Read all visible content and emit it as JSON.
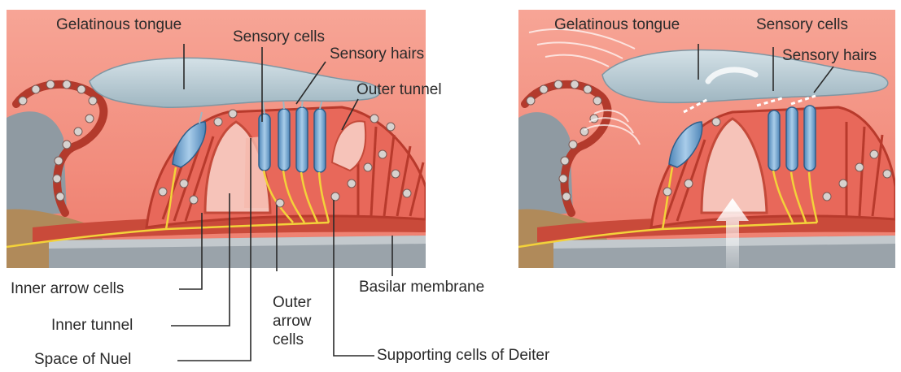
{
  "left_panel": {
    "labels": {
      "gelatinous_tongue": "Gelatinous tongue",
      "sensory_cells": "Sensory cells",
      "sensory_hairs": "Sensory hairs",
      "outer_tunnel": "Outer tunnel",
      "inner_arrow_cells": "Inner arrow cells",
      "basilar_membrane": "Basilar membrane",
      "outer_arrow_cells_1": "Outer",
      "outer_arrow_cells_2": "arrow",
      "outer_arrow_cells_3": "cells",
      "inner_tunnel": "Inner tunnel",
      "space_of_nuel": "Space of Nuel",
      "supporting_cells_of_deiter": "Supporting cells of Deiter"
    }
  },
  "right_panel": {
    "labels": {
      "gelatinous_tongue": "Gelatinous tongue",
      "sensory_cells": "Sensory cells",
      "sensory_hairs": "Sensory hairs"
    }
  },
  "colors": {
    "background_tissue": "#f08a7a",
    "tongue": "#b9cbd3",
    "cell_blue": "#7fb0d8",
    "membrane": "#c94a3a",
    "bone": "#b08a5a",
    "gray_wall": "#8f9aa2",
    "nerve": "#f3d23a"
  }
}
